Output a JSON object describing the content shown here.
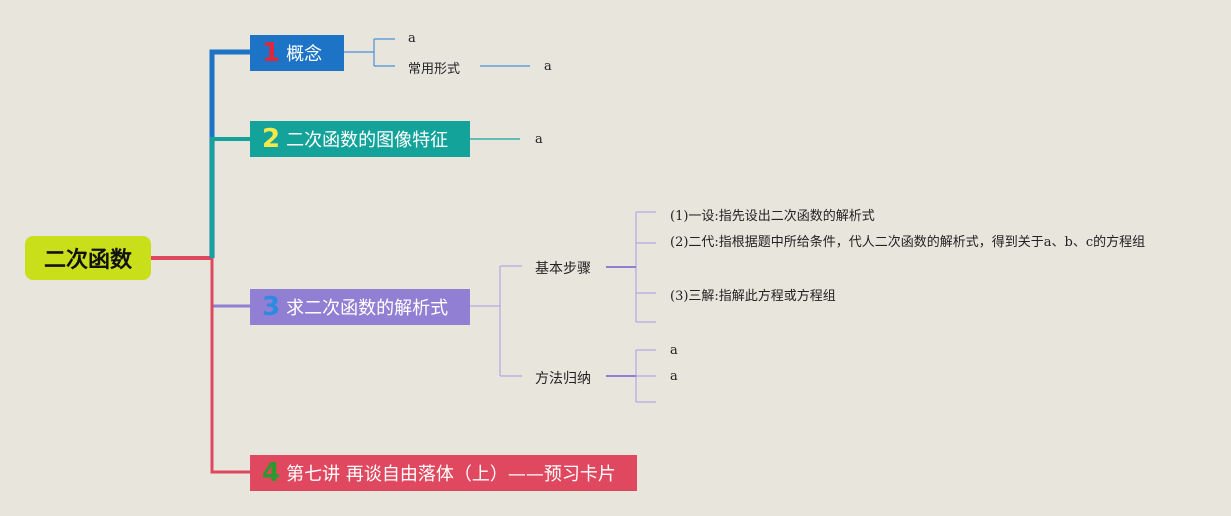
{
  "root": {
    "label": "二次函数"
  },
  "branches": [
    {
      "num": "1",
      "label": "概念"
    },
    {
      "num": "2",
      "label": "二次函数的图像特征"
    },
    {
      "num": "3",
      "label": "求二次函数的解析式"
    },
    {
      "num": "4",
      "label": "第七讲 再谈自由落体（上）——预习卡片"
    }
  ],
  "concept": {
    "leaf_a": "a",
    "common_form": "常用形式",
    "common_form_a": "a"
  },
  "graph_features": {
    "leaf_a": "a"
  },
  "solve": {
    "basic_steps": {
      "label": "基本步骤",
      "steps": [
        "(1)一设:指先设出二次函数的解析式",
        "(2)二代:指根据题中所给条件，代人二次函数的解析式，得到关于a、b、c的方程组",
        "(3)三解:指解此方程或方程组"
      ]
    },
    "methods": {
      "label": "方法归纳",
      "items": [
        "a",
        "a"
      ]
    }
  },
  "colors": {
    "root": "#c9df1a",
    "branch1": "#1d74c7",
    "branch2": "#14a39b",
    "branch3": "#917fd4",
    "branch4": "#e0485f"
  }
}
